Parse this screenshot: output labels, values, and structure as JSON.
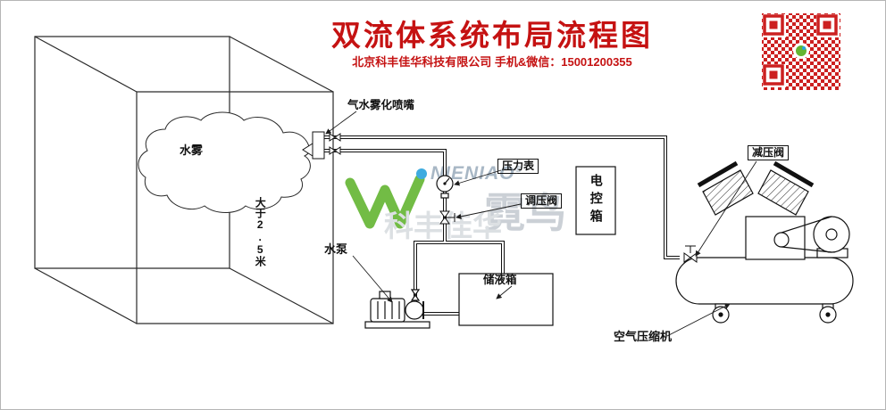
{
  "header": {
    "title": "双流体系统布局流程图",
    "subtitle": "北京科丰佳华科技有限公司 手机&微信：15001200355"
  },
  "labels": {
    "nozzle": "气水雾化喷嘴",
    "mist": "水雾",
    "height": "大于2.5米",
    "pressure_gauge": "压力表",
    "regulating_valve": "调压阀",
    "control_box": "电控箱",
    "pump": "水泵",
    "tank": "储液箱",
    "reducing_valve": "减压阀",
    "compressor": "空气压缩机"
  },
  "watermark": {
    "brand": "NIENIAO",
    "reg": "®",
    "brand_cn": "霓鸟",
    "company_cn": "科丰佳华"
  },
  "colors": {
    "accent_red": "#c51212",
    "qr_red": "#cc2020",
    "line": "#1c1c1c",
    "logo_green": "#63b531",
    "logo_blue": "#2aa3dc"
  }
}
